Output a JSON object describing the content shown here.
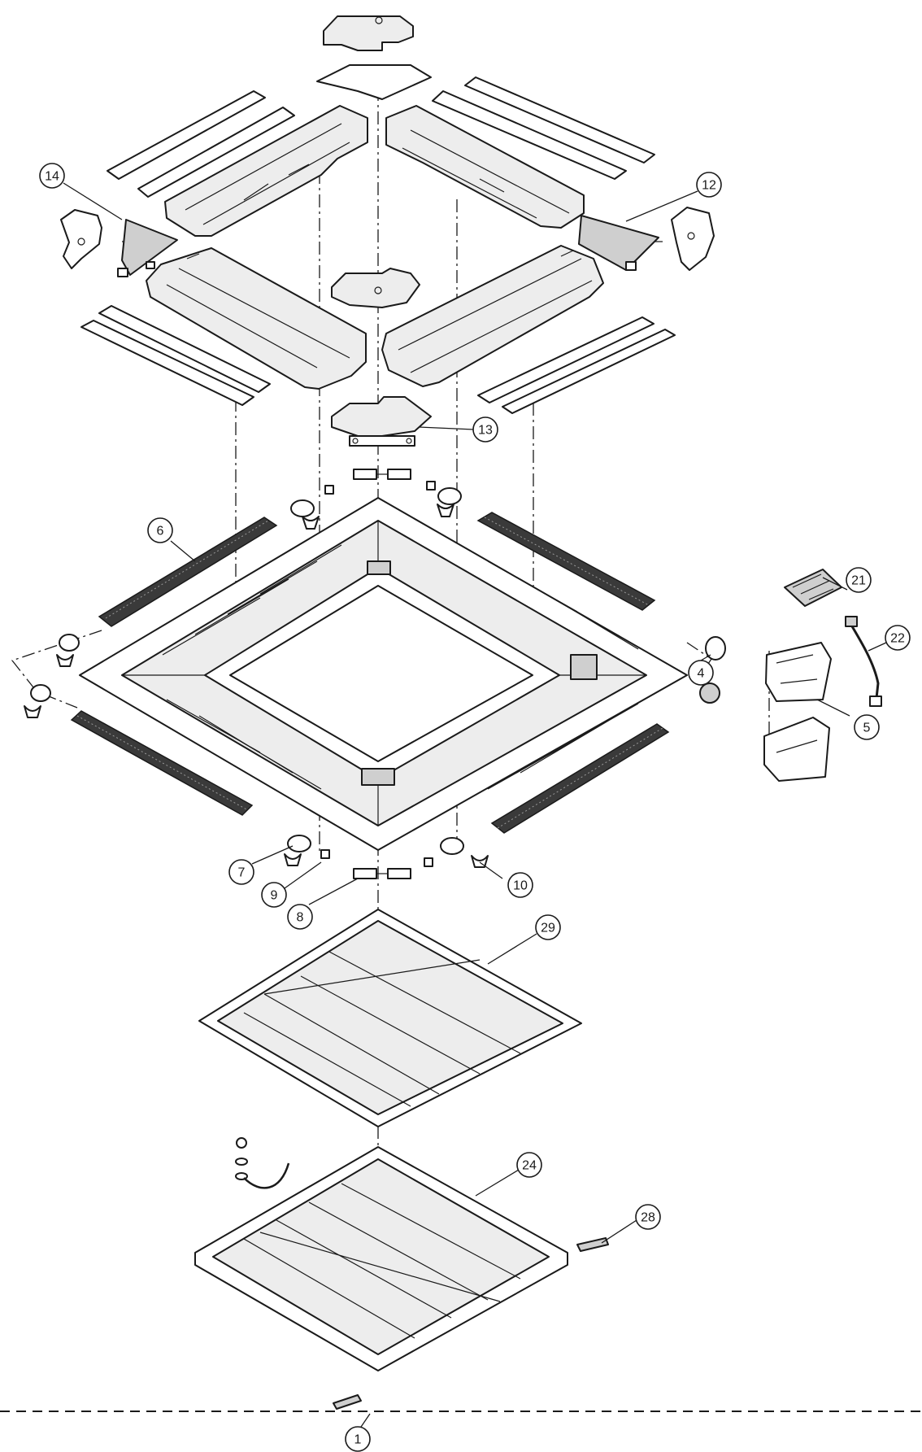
{
  "diagram": {
    "callouts": [
      {
        "id": "c14",
        "label": "14"
      },
      {
        "id": "c12",
        "label": "12"
      },
      {
        "id": "c13",
        "label": "13"
      },
      {
        "id": "c6",
        "label": "6"
      },
      {
        "id": "c21",
        "label": "21"
      },
      {
        "id": "c22",
        "label": "22"
      },
      {
        "id": "c4",
        "label": "4"
      },
      {
        "id": "c5",
        "label": "5"
      },
      {
        "id": "c7",
        "label": "7"
      },
      {
        "id": "c9",
        "label": "9"
      },
      {
        "id": "c10",
        "label": "10"
      },
      {
        "id": "c8",
        "label": "8"
      },
      {
        "id": "c29",
        "label": "29"
      },
      {
        "id": "c24",
        "label": "24"
      },
      {
        "id": "c28",
        "label": "28"
      },
      {
        "id": "c1",
        "label": "1"
      }
    ]
  }
}
